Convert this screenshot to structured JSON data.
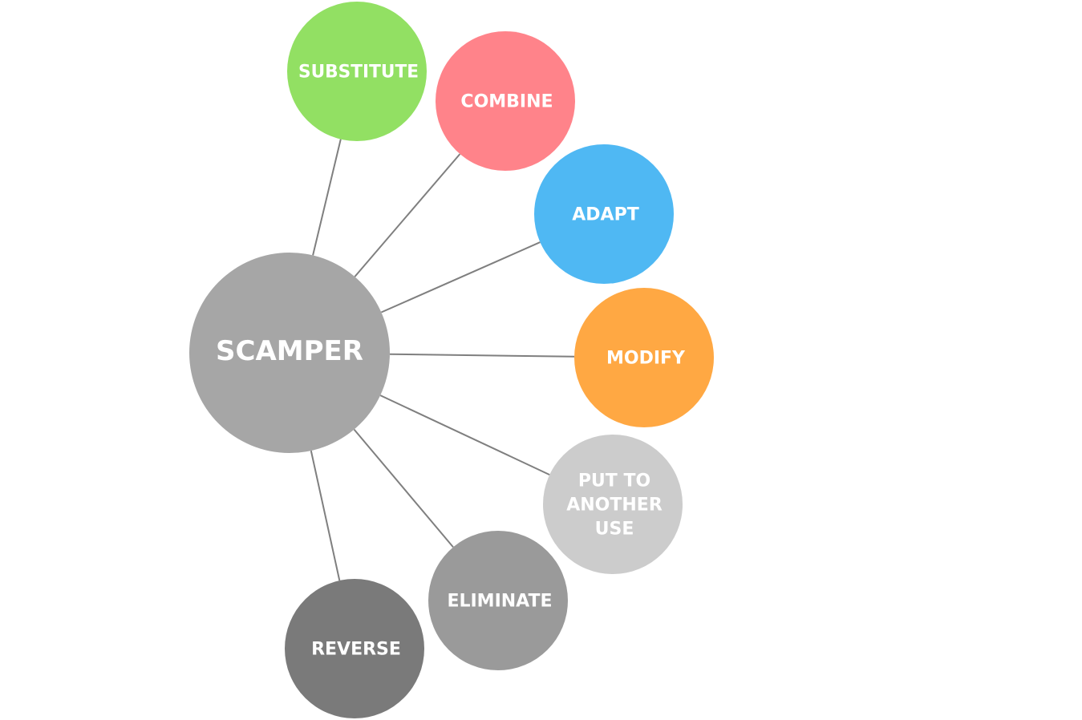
{
  "center": {
    "label": "SCAMPER",
    "color": "#a6a6a6"
  },
  "nodes": [
    {
      "id": "substitute",
      "lines": [
        "SUBSTITUTE"
      ],
      "color": "#92e063"
    },
    {
      "id": "combine",
      "lines": [
        "COMBINE"
      ],
      "color": "#ff838a"
    },
    {
      "id": "adapt",
      "lines": [
        "ADAPT"
      ],
      "color": "#4fb8f3"
    },
    {
      "id": "modify",
      "lines": [
        "MODIFY"
      ],
      "color": "#ffa843"
    },
    {
      "id": "put-to-another-use",
      "lines": [
        "PUT TO",
        "ANOTHER",
        "USE"
      ],
      "color": "#cccccc"
    },
    {
      "id": "eliminate",
      "lines": [
        "ELIMINATE"
      ],
      "color": "#9a9a9a"
    },
    {
      "id": "reverse",
      "lines": [
        "REVERSE"
      ],
      "color": "#7a7a7a"
    }
  ],
  "connector_color": "#7f7f7f"
}
